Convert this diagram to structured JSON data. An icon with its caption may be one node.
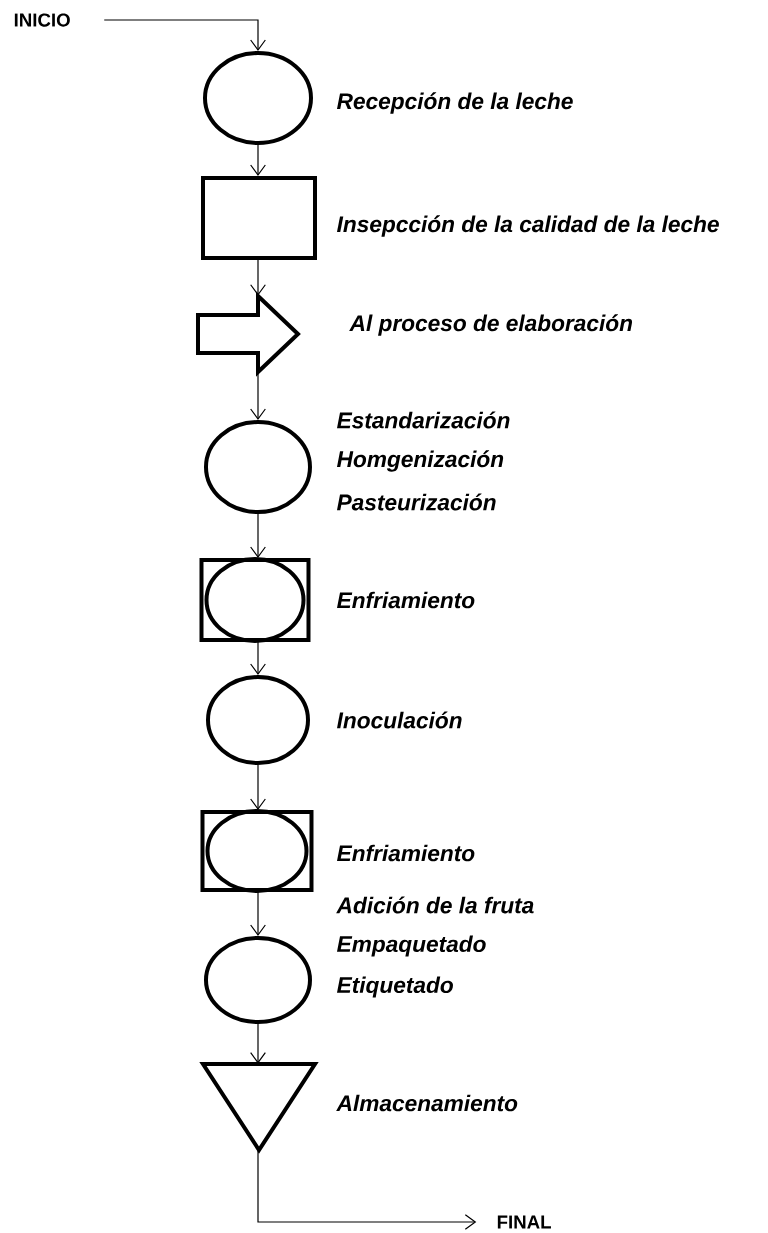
{
  "diagram": {
    "nodes": [
      {
        "text": [
          "INICIO"
        ]
      },
      {
        "text": [],
        "shape": "circle",
        "beside": [
          "Recepción de la leche"
        ]
      },
      {
        "text": [],
        "shape": "box",
        "beside": [
          "Insepcción de la calidad de la leche"
        ]
      },
      {
        "text": [],
        "shape": "arrow",
        "beside": [
          "Al proceso de elaboración"
        ]
      },
      {
        "text": [],
        "shape": "circle",
        "beside": [
          "Estandarización",
          "Homgenización",
          "Pasteurización"
        ]
      },
      {
        "text": [],
        "shape": "combined",
        "beside": [
          "Enfriamiento"
        ]
      },
      {
        "text": [],
        "shape": "circle",
        "beside": [
          "Inoculación"
        ]
      },
      {
        "text": [],
        "shape": "combined",
        "beside": [
          "Enfriamiento"
        ]
      },
      {
        "text": [],
        "shape": "circle",
        "beside": [
          "Adición de la fruta",
          "Empaquetado",
          "Etiquetado"
        ]
      },
      {
        "text": [],
        "shape": "triangle",
        "beside": [
          "Almacenamiento"
        ]
      },
      {
        "text": [
          "FINAL"
        ]
      }
    ],
    "edges": [
      {
        "from": 0,
        "to": 1,
        "arrow": "to"
      },
      {
        "from": 1,
        "to": 2,
        "arrow": "to"
      },
      {
        "from": 2,
        "to": 3,
        "arrow": "to"
      },
      {
        "from": 3,
        "to": 4,
        "arrow": "to"
      },
      {
        "from": 4,
        "to": 5,
        "arrow": "to"
      },
      {
        "from": 5,
        "to": 6,
        "arrow": "to"
      },
      {
        "from": 6,
        "to": 7,
        "arrow": "to"
      },
      {
        "from": 7,
        "to": 8,
        "arrow": "to"
      },
      {
        "from": 8,
        "to": 9,
        "arrow": "to"
      },
      {
        "from": 9,
        "to": 10,
        "arrow": "to"
      }
    ]
  }
}
